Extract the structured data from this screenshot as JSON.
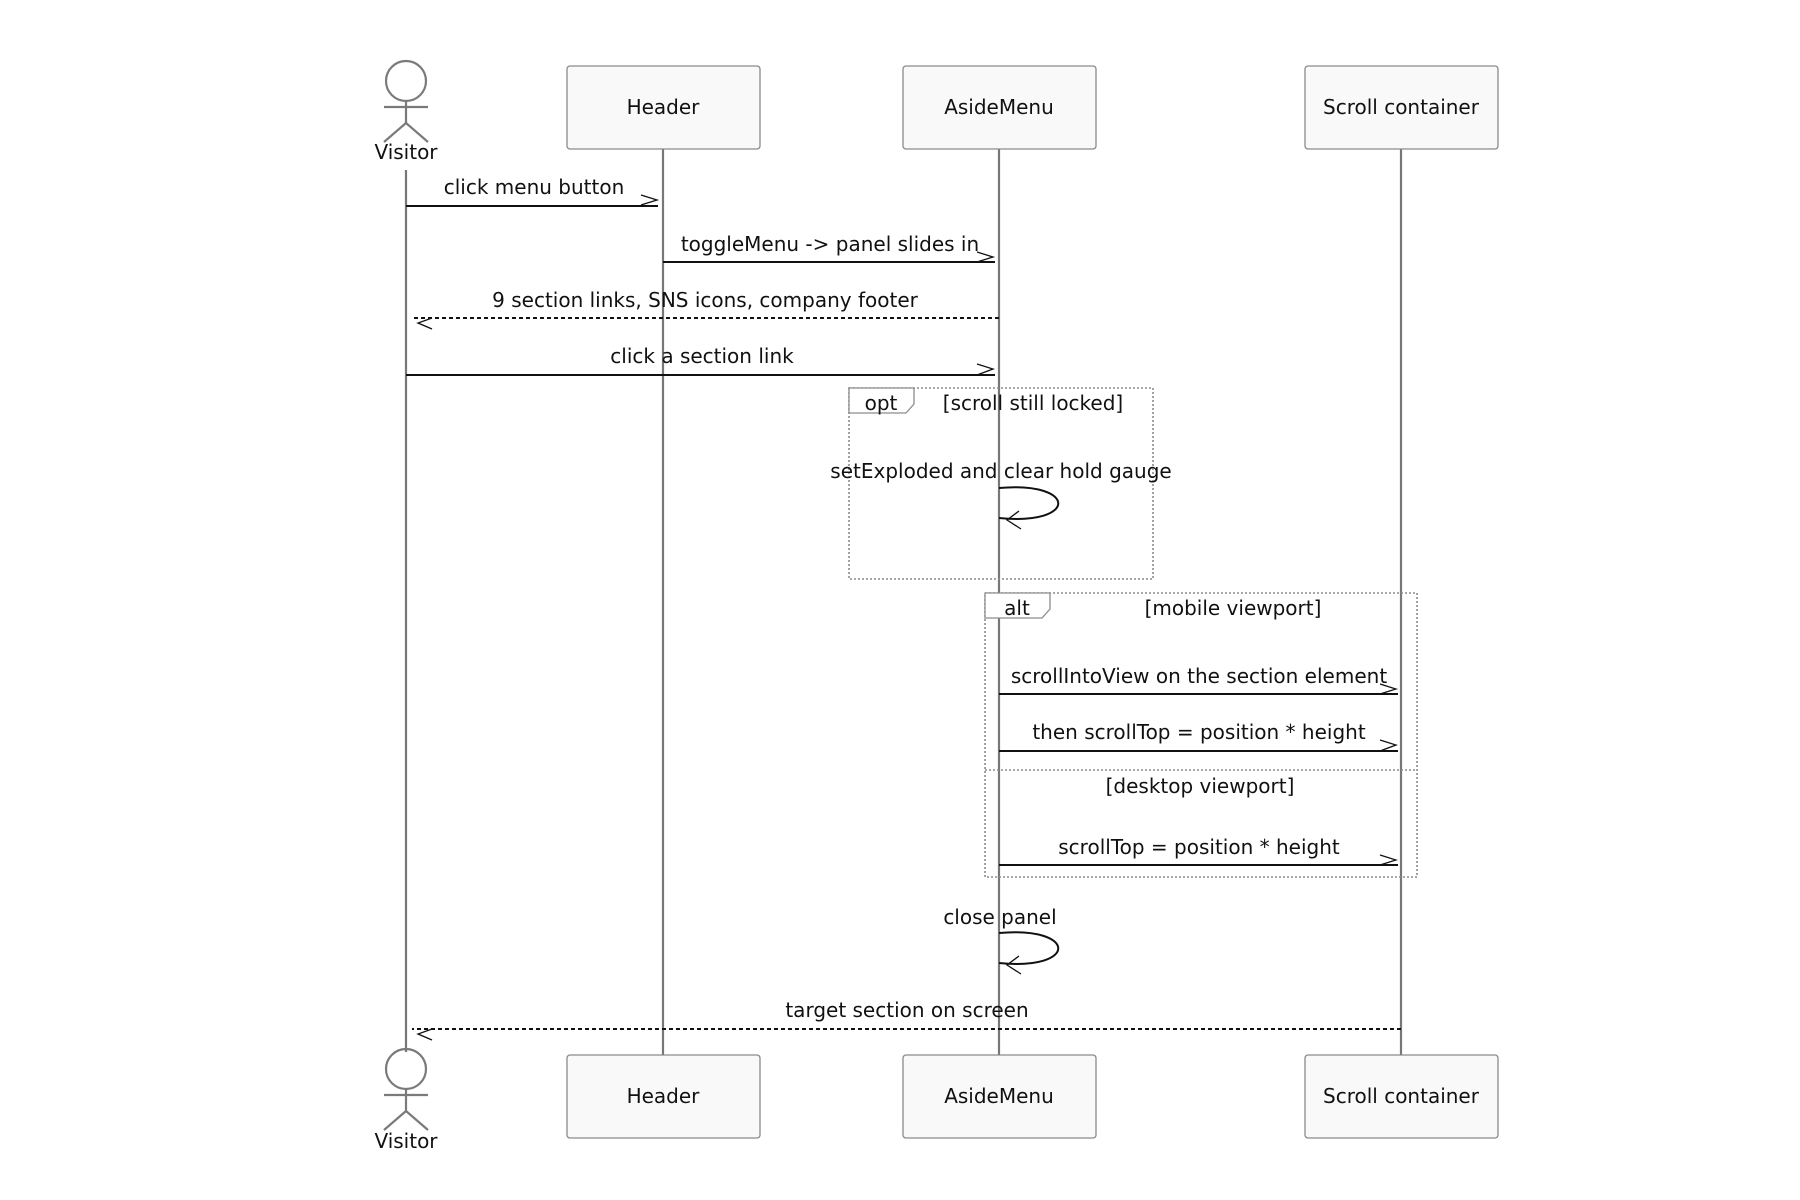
{
  "participants": [
    {
      "id": "visitor",
      "label": "Visitor",
      "kind": "actor"
    },
    {
      "id": "header",
      "label": "Header",
      "kind": "box"
    },
    {
      "id": "aside",
      "label": "AsideMenu",
      "kind": "box"
    },
    {
      "id": "scroll",
      "label": "Scroll container",
      "kind": "box"
    }
  ],
  "messages": [
    {
      "from": "visitor",
      "to": "header",
      "text": "click menu button",
      "style": "solid"
    },
    {
      "from": "header",
      "to": "aside",
      "text": "toggleMenu -> panel slides in",
      "style": "solid"
    },
    {
      "from": "aside",
      "to": "visitor",
      "text": "9 section links, SNS icons, company footer",
      "style": "dashed"
    },
    {
      "from": "visitor",
      "to": "aside",
      "text": "click a section link",
      "style": "solid"
    },
    {
      "from": "aside",
      "to": "aside",
      "text": "setExploded and clear hold gauge",
      "style": "self"
    },
    {
      "from": "aside",
      "to": "scroll",
      "text": "scrollIntoView on the section element",
      "style": "solid"
    },
    {
      "from": "aside",
      "to": "scroll",
      "text": "then scrollTop = position * height",
      "style": "solid"
    },
    {
      "from": "aside",
      "to": "scroll",
      "text": "scrollTop = position * height",
      "style": "solid"
    },
    {
      "from": "aside",
      "to": "aside",
      "text": "close panel",
      "style": "self"
    },
    {
      "from": "scroll",
      "to": "visitor",
      "text": "target section on screen",
      "style": "dashed"
    }
  ],
  "fragments": [
    {
      "keyword": "opt",
      "condition": "[scroll still locked]"
    },
    {
      "keyword": "alt",
      "condition": "[mobile viewport]",
      "else_condition": "[desktop viewport]"
    }
  ]
}
